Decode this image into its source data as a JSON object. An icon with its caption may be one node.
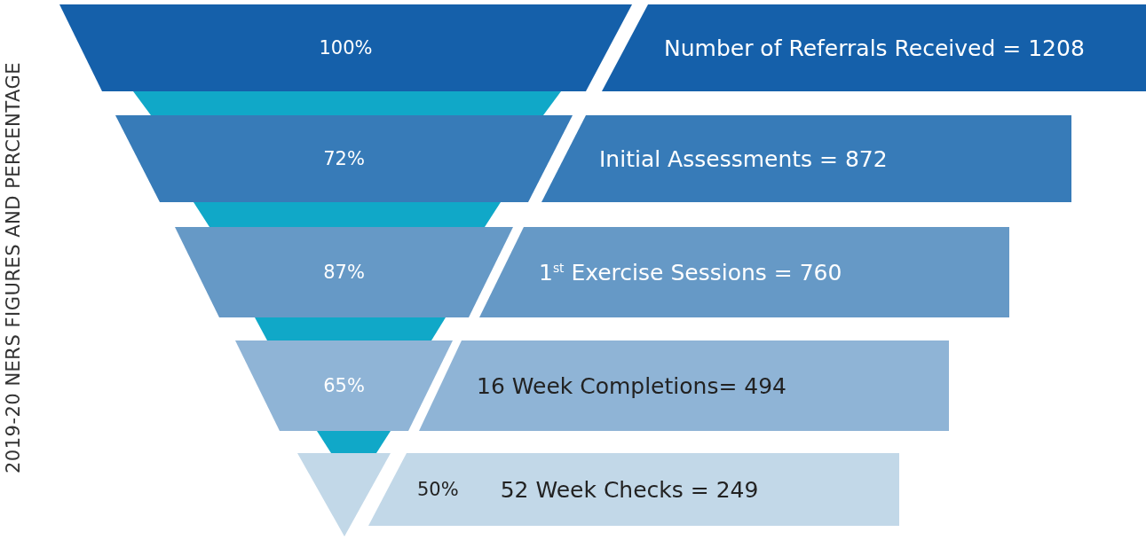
{
  "diagram": {
    "title": "2019-20 NERS FIGURES AND PERCENTAGE",
    "nodes": [
      {
        "text": [
          "100%"
        ]
      },
      {
        "text": [
          "Number of Referrals Received = 1208"
        ]
      },
      {
        "text": [
          "72%"
        ]
      },
      {
        "text": [
          "Initial Assessments = 872"
        ]
      },
      {
        "text": [
          "87%"
        ]
      },
      {
        "text": [
          "1$^{st}$ Exercise Sessions = 760"
        ]
      },
      {
        "text": [
          "65%"
        ]
      },
      {
        "text": [
          "16 Week Completions= 494"
        ]
      },
      {
        "text": [],
        "shape": "triangle"
      },
      {
        "text": [
          "50%",
          "52 Week Checks = 249"
        ]
      }
    ]
  }
}
